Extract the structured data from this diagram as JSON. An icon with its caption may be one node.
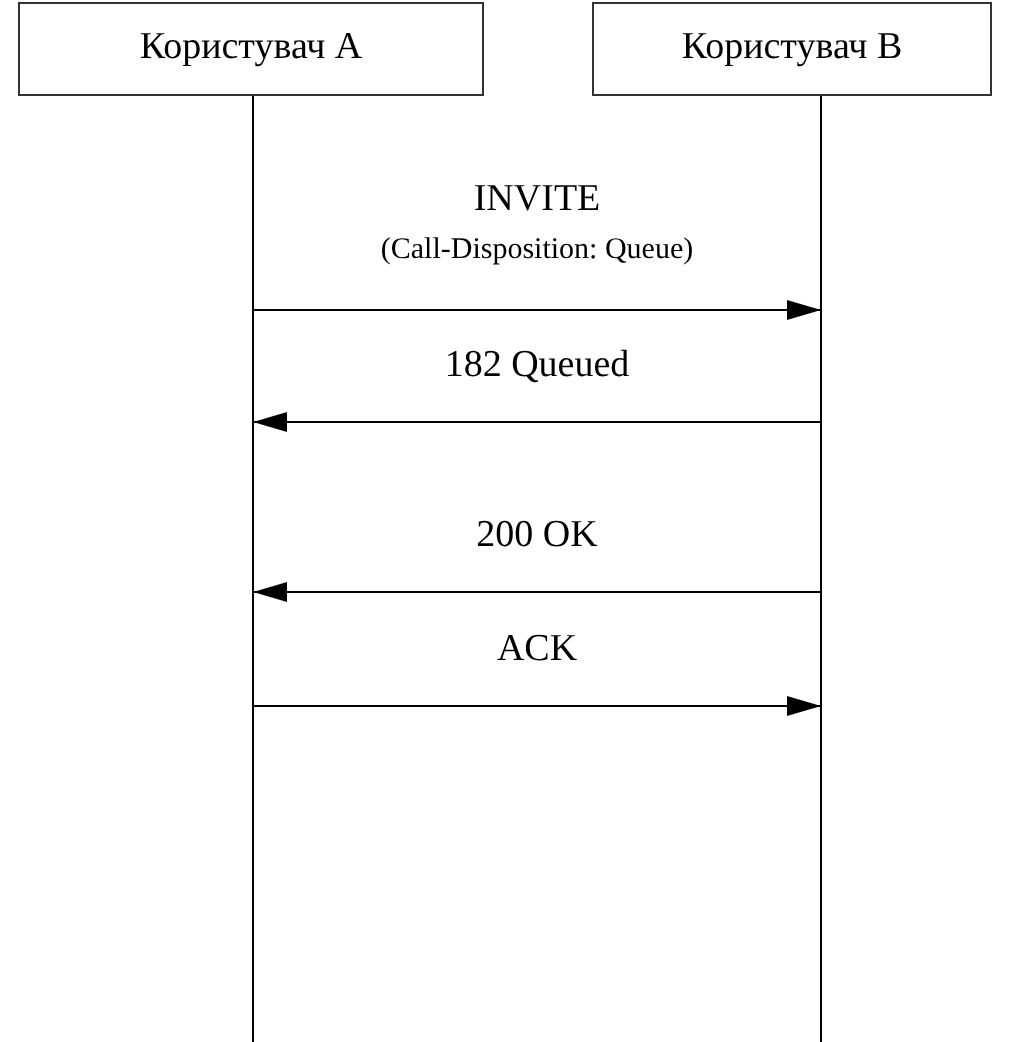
{
  "diagram": {
    "nodes": [
      {
        "text": [
          "Користувач А"
        ]
      },
      {
        "text": [
          "Користувач В"
        ]
      },
      {
        "text": [],
        "shape": "line"
      },
      {
        "text": [],
        "shape": "line"
      }
    ],
    "edges": [
      {
        "from": 2,
        "to": 3,
        "arrow": "to",
        "label": "INVITE"
      },
      {
        "from": 3,
        "to": 2,
        "arrow": "to",
        "label": "182 Queued"
      },
      {
        "from": 3,
        "to": 2,
        "arrow": "to",
        "label": "200 OK"
      },
      {
        "from": 2,
        "to": 3,
        "arrow": "to",
        "label": "ACK"
      }
    ],
    "labels": [
      "(Call-Disposition: Queue)"
    ]
  }
}
